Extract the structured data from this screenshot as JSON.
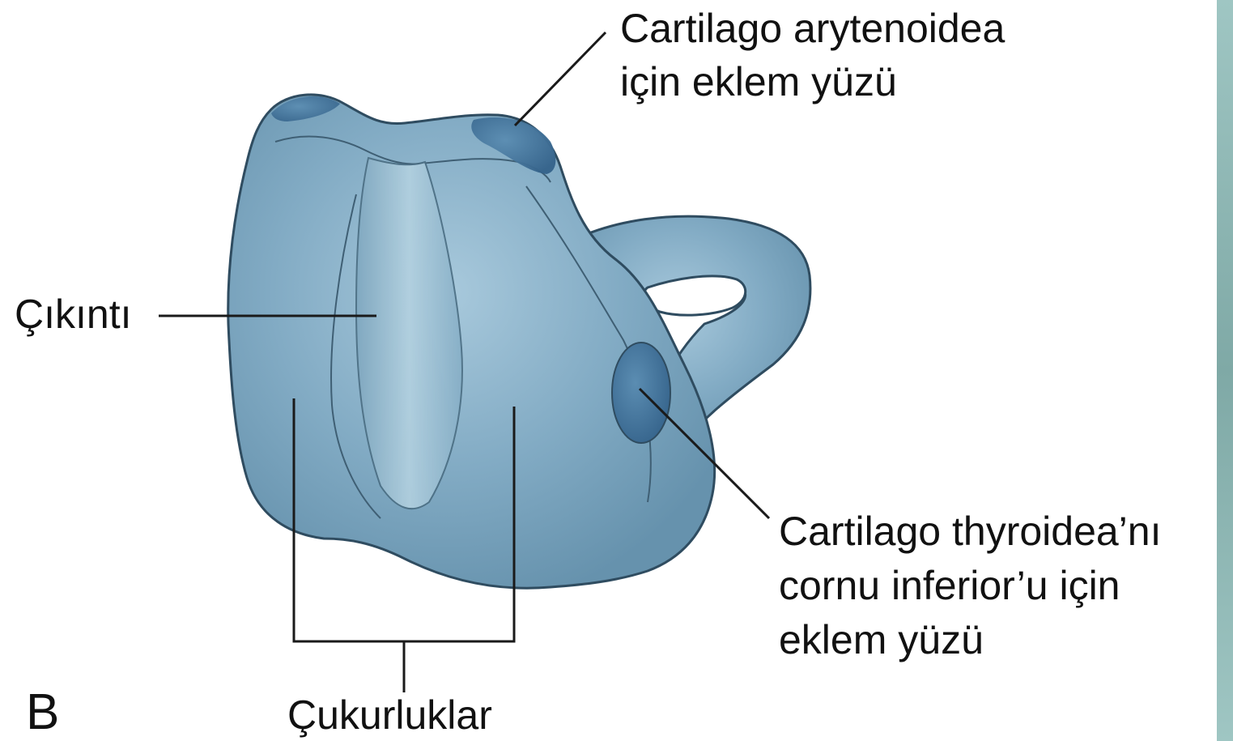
{
  "figure": {
    "panel_letter": "B",
    "labels": {
      "arytenoid_facet": [
        "Cartilago arytenoidea",
        "için eklem yüzü"
      ],
      "ridge": "Çıkıntı",
      "thyroid_facet": [
        "Cartilago thyroidea’nı",
        "cornu inferior’u için",
        "eklem yüzü"
      ],
      "depressions": "Çukurluklar"
    },
    "colors": {
      "cartilage_fill": "#7fa9c2",
      "cartilage_outline": "#2f4c60",
      "facet_fill": "#3f6f94",
      "side_border": "#8fb8b5"
    }
  }
}
